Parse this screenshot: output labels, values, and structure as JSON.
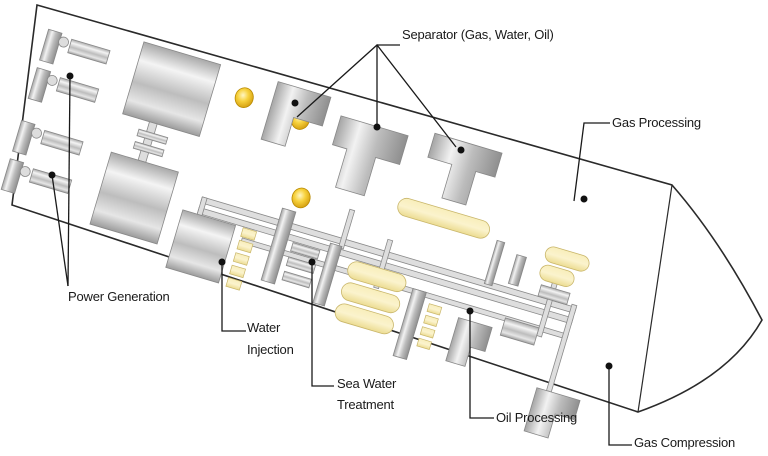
{
  "diagram": {
    "subject": "Offshore floating production vessel topside layout (plan view)",
    "colors": {
      "outline": "#2a2a2a",
      "equipment_metal": "#c8c8c8",
      "equipment_tank": "#f6e9a8",
      "equipment_gauge": "#f2c52c",
      "leader_line": "#1a1a1a"
    },
    "labels": {
      "separator": "Separator (Gas, Water, Oil)",
      "gas_processing": "Gas Processing",
      "power_generation": "Power Generation",
      "water_injection_line1": "Water",
      "water_injection_line2": "Injection",
      "sea_water_treatment_line1": "Sea Water",
      "sea_water_treatment_line2": "Treatment",
      "oil_processing": "Oil Processing",
      "gas_compression": "Gas Compression"
    },
    "components": [
      {
        "id": "power-generation",
        "name": "Power Generation"
      },
      {
        "id": "separator",
        "name": "Separator (Gas, Water, Oil)"
      },
      {
        "id": "gas-processing",
        "name": "Gas Processing"
      },
      {
        "id": "water-injection",
        "name": "Water Injection"
      },
      {
        "id": "sea-water-treatment",
        "name": "Sea Water Treatment"
      },
      {
        "id": "oil-processing",
        "name": "Oil Processing"
      },
      {
        "id": "gas-compression",
        "name": "Gas Compression"
      }
    ]
  }
}
